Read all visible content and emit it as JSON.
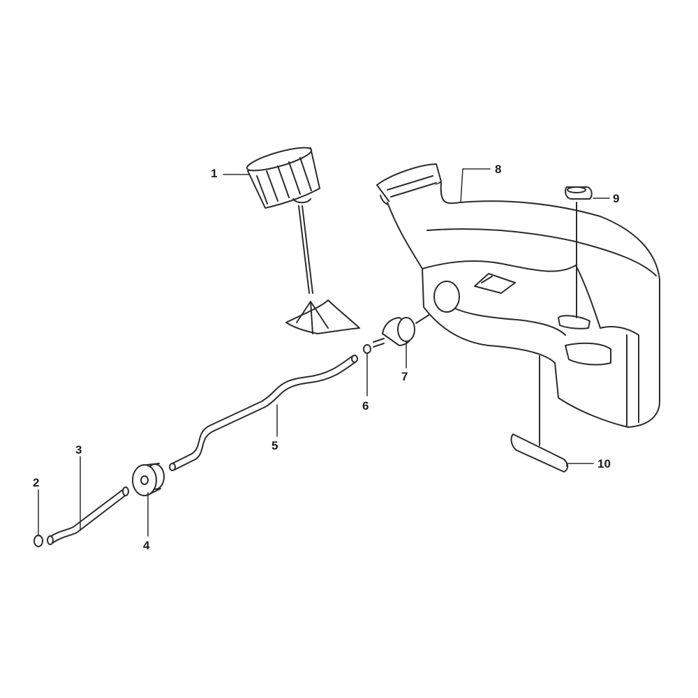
{
  "diagram": {
    "type": "exploded-parts-view",
    "line_color": "#2a2a2a",
    "callouts": [
      {
        "id": "1",
        "label": "1",
        "part": "fuel-cap-with-filter-icon"
      },
      {
        "id": "2",
        "label": "2",
        "part": "clamp-ring-icon"
      },
      {
        "id": "3",
        "label": "3",
        "part": "fuel-hose-icon"
      },
      {
        "id": "4",
        "label": "4",
        "part": "grommet-icon"
      },
      {
        "id": "5",
        "label": "5",
        "part": "fuel-line-icon"
      },
      {
        "id": "6",
        "label": "6",
        "part": "o-ring-icon"
      },
      {
        "id": "7",
        "label": "7",
        "part": "fuel-filter-icon"
      },
      {
        "id": "8",
        "label": "8",
        "part": "fuel-tank-icon"
      },
      {
        "id": "9",
        "label": "9",
        "part": "rubber-plug-icon"
      },
      {
        "id": "10",
        "label": "10",
        "part": "rubber-pad-icon"
      }
    ]
  }
}
